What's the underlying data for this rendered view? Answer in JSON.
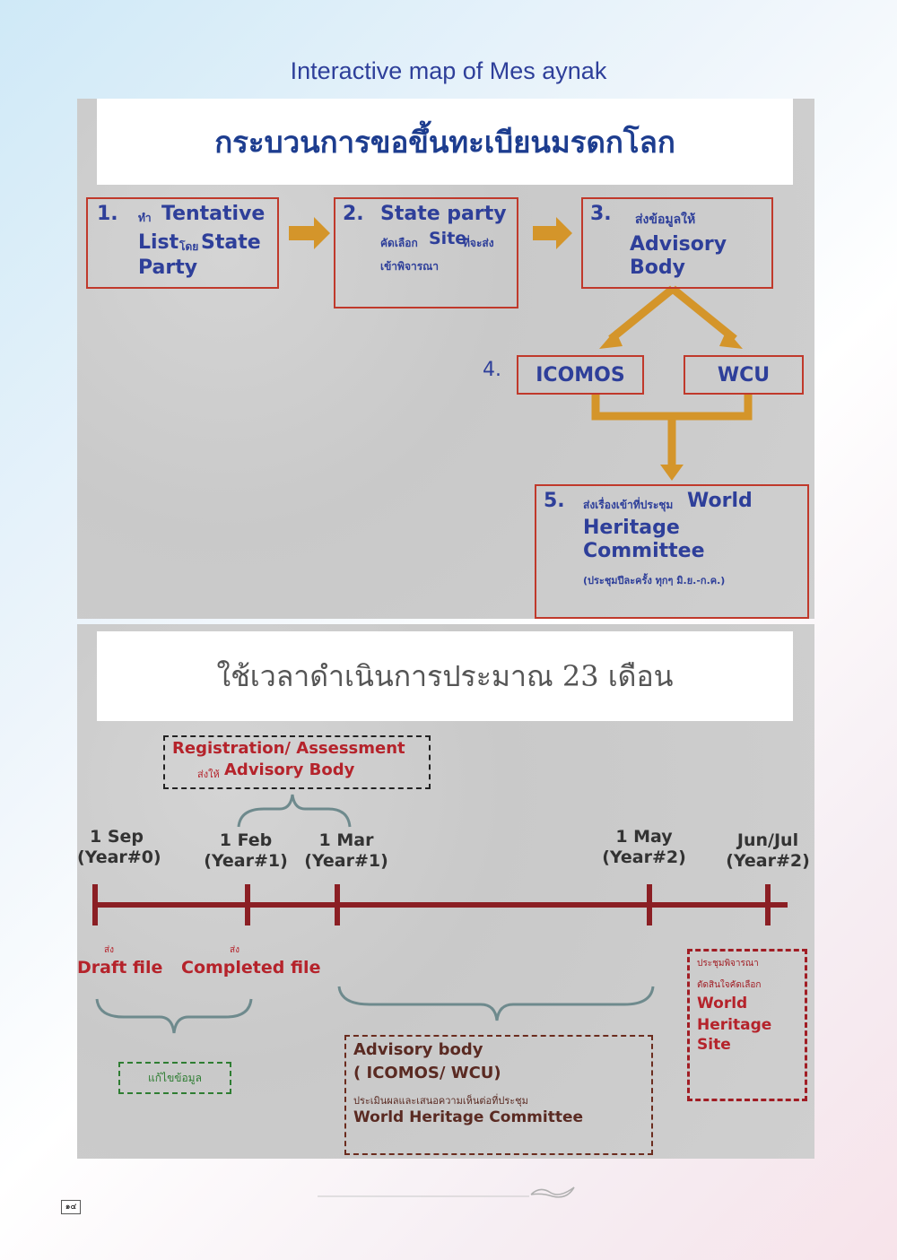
{
  "page_title": "Interactive map of Mes aynak",
  "section1": {
    "heading": "กระบวนการขอขึ้นทะเบียนมรดกโลก",
    "steps": [
      {
        "num": "1.",
        "line1_prefix": "ทำ",
        "line1": "Tentative",
        "line2_a": "List",
        "line2_b": "โดย",
        "line2_c": "State",
        "line3": "Party"
      },
      {
        "num": "2.",
        "line1": "State party",
        "line2_a": "คัดเลือก",
        "line2_b": "Site",
        "line2_c": "ที่จะส่ง",
        "line3": "เข้าพิจารณา"
      },
      {
        "num": "3.",
        "line1": "ส่งข้อมูลให้",
        "line2": "Advisory",
        "line3": "Body"
      },
      {
        "num": "4.",
        "a": "ICOMOS",
        "b": "WCU"
      },
      {
        "num": "5.",
        "line1_prefix": "ส่งเรื่องเข้าที่ประชุม",
        "line1": "World",
        "line2": "Heritage",
        "line3": "Committee",
        "line4": "(ประชุมปีละครั้ง ทุกๆ มิ.ย.-ก.ค.)"
      }
    ]
  },
  "section2": {
    "heading": "ใช้เวลาดำเนินการประมาณ 23 เดือน",
    "registration": {
      "line1": "Registration/ Assessment",
      "line2_prefix": "ส่งให้",
      "line2": "Advisory Body"
    },
    "dates": [
      {
        "d": "1 Sep",
        "y": "(Year#0)"
      },
      {
        "d": "1 Feb",
        "y": "(Year#1)"
      },
      {
        "d": "1 Mar",
        "y": "(Year#1)"
      },
      {
        "d": "1 May",
        "y": "(Year#2)"
      },
      {
        "d": "Jun/Jul",
        "y": "(Year#2)"
      }
    ],
    "send_label": "ส่ง",
    "draft_file": "Draft file",
    "completed_file": "Completed file",
    "fix_info": "แก้ไขข้อมูล",
    "advisory": {
      "line1": "Advisory body",
      "line2": "( ICOMOS/ WCU)",
      "line3": "ประเมินผลและเสนอความเห็นต่อที่ประชุม",
      "line4": "World Heritage Committee"
    },
    "whc_box": {
      "line1": "ประชุมพิจารณา",
      "line2": "ตัดสินใจคัดเลือก",
      "line3": "World",
      "line4": "Heritage",
      "line5": "Site"
    }
  },
  "footer": {
    "page_number": "๑๔"
  },
  "colors": {
    "blue": "#2e3f9a",
    "red": "#c0392b",
    "arrow": "#d4952a",
    "timeline": "#8b1f24"
  }
}
